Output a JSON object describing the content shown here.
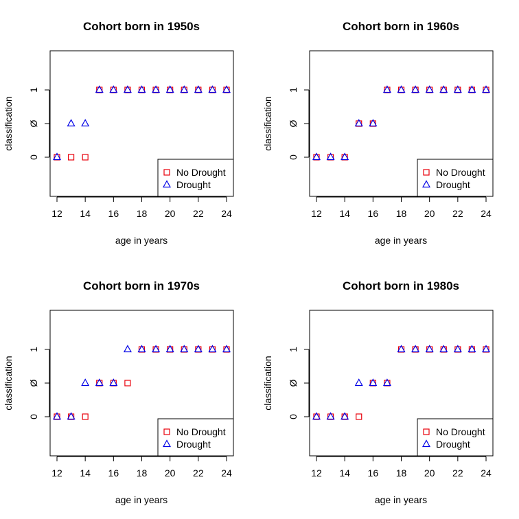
{
  "chart_data": [
    {
      "type": "scatter",
      "title": "Cohort born in 1950s",
      "xlabel": "age in years",
      "ylabel": "classification",
      "x_ticks": [
        "12",
        "14",
        "16",
        "18",
        "20",
        "22",
        "24"
      ],
      "y_tick_labels": [
        "0",
        "Ø",
        "1"
      ],
      "legend": {
        "position": "bottom-right"
      },
      "series": [
        {
          "name": "No Drought",
          "marker": "square",
          "color": "#e8000b",
          "x": [
            12,
            13,
            14,
            15,
            16,
            17,
            18,
            19,
            20,
            21,
            22,
            23,
            24
          ],
          "y": [
            0,
            0,
            0,
            2,
            2,
            2,
            2,
            2,
            2,
            2,
            2,
            2,
            2
          ]
        },
        {
          "name": "Drought",
          "marker": "triangle",
          "color": "#0000e6",
          "x": [
            12,
            13,
            14,
            15,
            16,
            17,
            18,
            19,
            20,
            21,
            22,
            23,
            24
          ],
          "y": [
            0,
            1,
            1,
            2,
            2,
            2,
            2,
            2,
            2,
            2,
            2,
            2,
            2
          ]
        }
      ]
    },
    {
      "type": "scatter",
      "title": "Cohort born in 1960s",
      "xlabel": "age in years",
      "ylabel": "classification",
      "x_ticks": [
        "12",
        "14",
        "16",
        "18",
        "20",
        "22",
        "24"
      ],
      "y_tick_labels": [
        "0",
        "Ø",
        "1"
      ],
      "legend": {
        "position": "bottom-right"
      },
      "series": [
        {
          "name": "No Drought",
          "marker": "square",
          "color": "#e8000b",
          "x": [
            12,
            13,
            14,
            15,
            16,
            17,
            18,
            19,
            20,
            21,
            22,
            23,
            24
          ],
          "y": [
            0,
            0,
            0,
            1,
            1,
            2,
            2,
            2,
            2,
            2,
            2,
            2,
            2
          ]
        },
        {
          "name": "Drought",
          "marker": "triangle",
          "color": "#0000e6",
          "x": [
            12,
            13,
            14,
            15,
            16,
            17,
            18,
            19,
            20,
            21,
            22,
            23,
            24
          ],
          "y": [
            0,
            0,
            0,
            1,
            1,
            2,
            2,
            2,
            2,
            2,
            2,
            2,
            2
          ]
        }
      ]
    },
    {
      "type": "scatter",
      "title": "Cohort born in 1970s",
      "xlabel": "age in years",
      "ylabel": "classification",
      "x_ticks": [
        "12",
        "14",
        "16",
        "18",
        "20",
        "22",
        "24"
      ],
      "y_tick_labels": [
        "0",
        "Ø",
        "1"
      ],
      "legend": {
        "position": "bottom-right"
      },
      "series": [
        {
          "name": "No Drought",
          "marker": "square",
          "color": "#e8000b",
          "x": [
            12,
            13,
            14,
            15,
            16,
            17,
            18,
            19,
            20,
            21,
            22,
            23,
            24
          ],
          "y": [
            0,
            0,
            0,
            1,
            1,
            1,
            2,
            2,
            2,
            2,
            2,
            2,
            2
          ]
        },
        {
          "name": "Drought",
          "marker": "triangle",
          "color": "#0000e6",
          "x": [
            12,
            13,
            14,
            15,
            16,
            17,
            18,
            19,
            20,
            21,
            22,
            23,
            24
          ],
          "y": [
            0,
            0,
            1,
            1,
            1,
            2,
            2,
            2,
            2,
            2,
            2,
            2,
            2
          ]
        }
      ]
    },
    {
      "type": "scatter",
      "title": "Cohort born in 1980s",
      "xlabel": "age in years",
      "ylabel": "classification",
      "x_ticks": [
        "12",
        "14",
        "16",
        "18",
        "20",
        "22",
        "24"
      ],
      "y_tick_labels": [
        "0",
        "Ø",
        "1"
      ],
      "legend": {
        "position": "bottom-right"
      },
      "series": [
        {
          "name": "No Drought",
          "marker": "square",
          "color": "#e8000b",
          "x": [
            12,
            13,
            14,
            15,
            16,
            17,
            18,
            19,
            20,
            21,
            22,
            23,
            24
          ],
          "y": [
            0,
            0,
            0,
            0,
            1,
            1,
            2,
            2,
            2,
            2,
            2,
            2,
            2
          ]
        },
        {
          "name": "Drought",
          "marker": "triangle",
          "color": "#0000e6",
          "x": [
            12,
            13,
            14,
            15,
            16,
            17,
            18,
            19,
            20,
            21,
            22,
            23,
            24
          ],
          "y": [
            0,
            0,
            0,
            1,
            1,
            1,
            2,
            2,
            2,
            2,
            2,
            2,
            2
          ]
        }
      ]
    }
  ]
}
